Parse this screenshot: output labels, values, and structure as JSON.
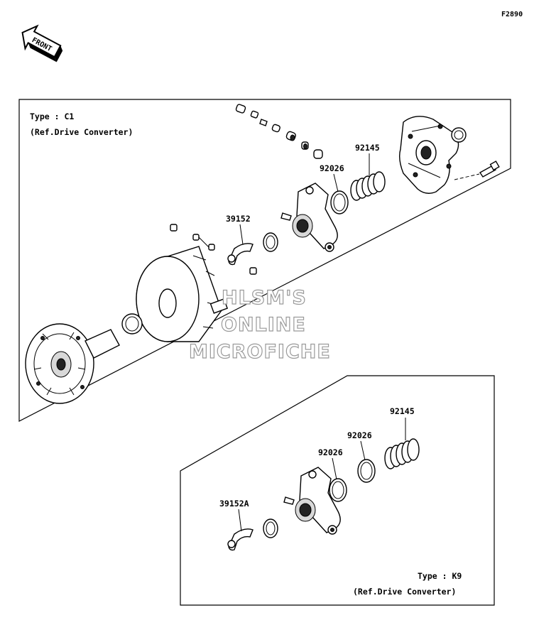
{
  "diagram_code": "F2890",
  "front_badge": "FRONT",
  "box_top": {
    "type_label": "Type : C1",
    "ref_label": "(Ref.Drive Converter)",
    "parts": [
      "92145",
      "92026",
      "39152"
    ]
  },
  "box_bottom": {
    "type_label": "Type : K9",
    "ref_label": "(Ref.Drive Converter)",
    "parts": [
      "92145",
      "92026",
      "92026",
      "39152A"
    ]
  },
  "watermark": [
    "HLSM'S",
    "ONLINE",
    "MICROFICHE"
  ]
}
